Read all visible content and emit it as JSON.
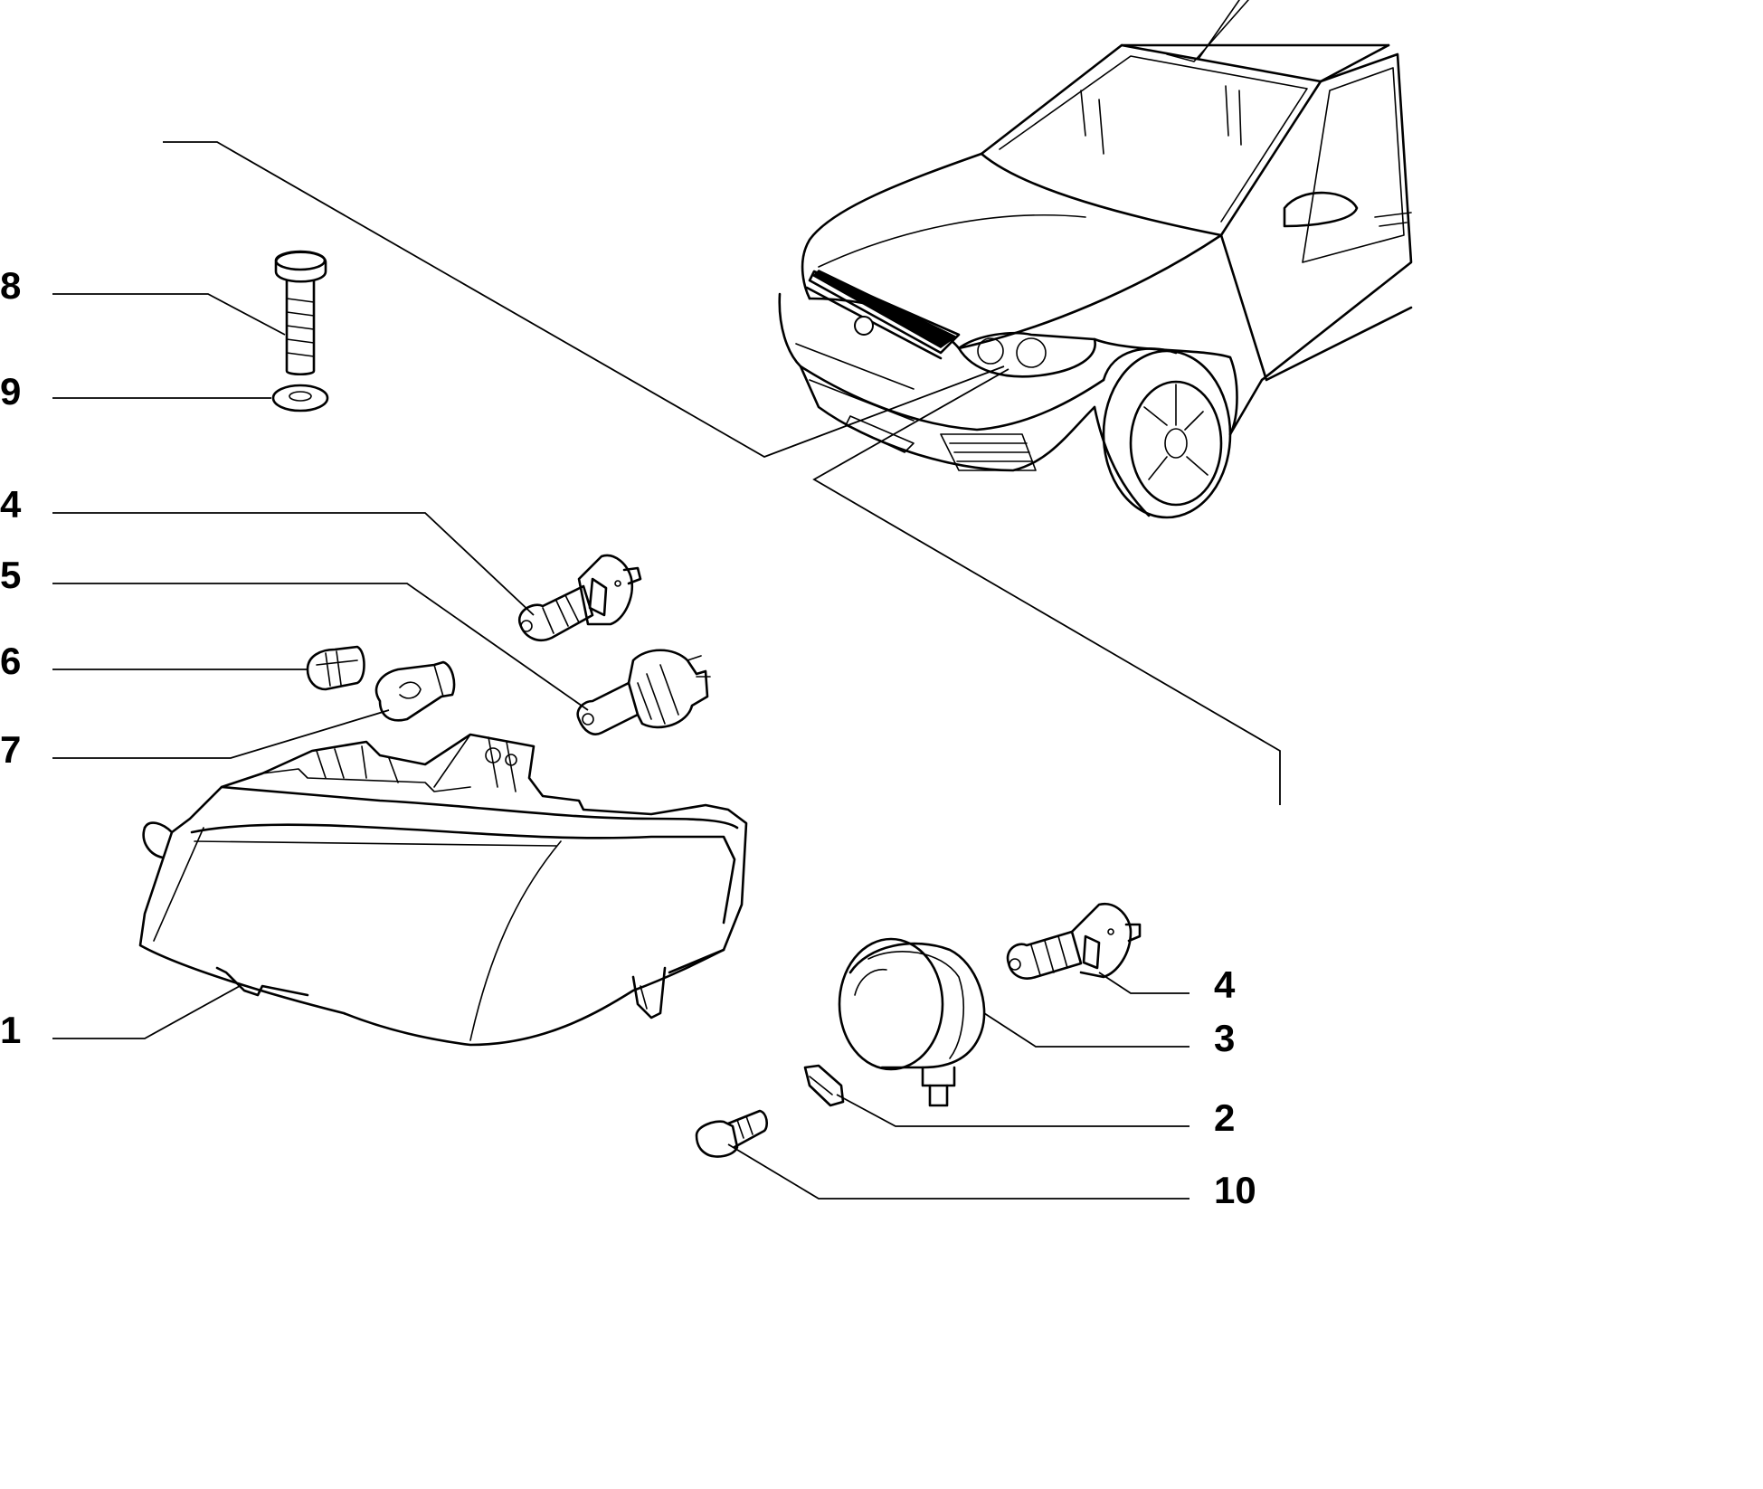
{
  "callouts": [
    {
      "id": "8",
      "label": "8"
    },
    {
      "id": "9",
      "label": "9"
    },
    {
      "id": "4a",
      "label": "4"
    },
    {
      "id": "5",
      "label": "5"
    },
    {
      "id": "6",
      "label": "6"
    },
    {
      "id": "7",
      "label": "7"
    },
    {
      "id": "1",
      "label": "1"
    },
    {
      "id": "4b",
      "label": "4"
    },
    {
      "id": "3",
      "label": "3"
    },
    {
      "id": "2",
      "label": "2"
    },
    {
      "id": "10",
      "label": "10"
    }
  ],
  "colors": {
    "ink": "#000000",
    "paper": "#ffffff"
  }
}
